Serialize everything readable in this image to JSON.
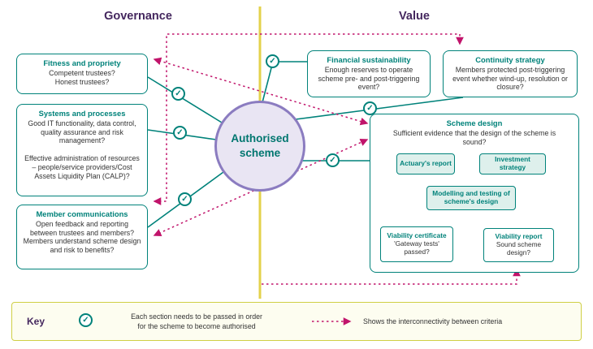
{
  "colors": {
    "teal": "#00827a",
    "purple": "#44275e",
    "magenta": "#c1146b",
    "yellow_divider": "#e3d24b",
    "circle_fill": "#e9e5f3",
    "circle_border": "#8b7cc0",
    "inner_box_fill": "#def0ec",
    "key_bg": "#fdfdf0",
    "key_border": "#cfcf45"
  },
  "headers": {
    "governance": "Governance",
    "value": "Value"
  },
  "center_circle": {
    "label": "Authorised scheme"
  },
  "governance_boxes": {
    "fitness": {
      "title": "Fitness and propriety",
      "body": "Competent trustees?\nHonest trustees?"
    },
    "systems": {
      "title": "Systems and processes",
      "body": "Good IT functionality, data control, quality assurance and risk management?\n\nEffective administration of resources – people/service providers/Cost Assets Liquidity Plan (CALP)?"
    },
    "member": {
      "title": "Member communications",
      "body": "Open feedback and reporting between trustees and members?\nMembers understand scheme design and risk to benefits?"
    }
  },
  "value_boxes": {
    "financial": {
      "title": "Financial sustainability",
      "body": "Enough reserves to operate scheme pre- and post-triggering event?"
    },
    "continuity": {
      "title": "Continuity strategy",
      "body": "Members protected post-triggering event whether wind-up, resolution or closure?"
    },
    "scheme_design": {
      "title": "Scheme design",
      "subtitle": "Sufficient evidence that the design of the scheme is sound?",
      "actuary": "Actuary's report",
      "investment": "Investment strategy",
      "modelling": "Modelling and testing of scheme's design",
      "viability_certificate": {
        "title": "Viability certificate",
        "body": "'Gateway tests' passed?"
      },
      "viability_report": {
        "title": "Viability report",
        "body": "Sound scheme design?"
      }
    }
  },
  "key": {
    "label": "Key",
    "check_icon": "check-icon",
    "check_text": "Each section needs to be passed in order\nfor the scheme to become authorised",
    "dotted_icon": "dotted-arrow-icon",
    "dotted_text": "Shows the interconnectivity between criteria"
  },
  "check_glyph": "✓"
}
